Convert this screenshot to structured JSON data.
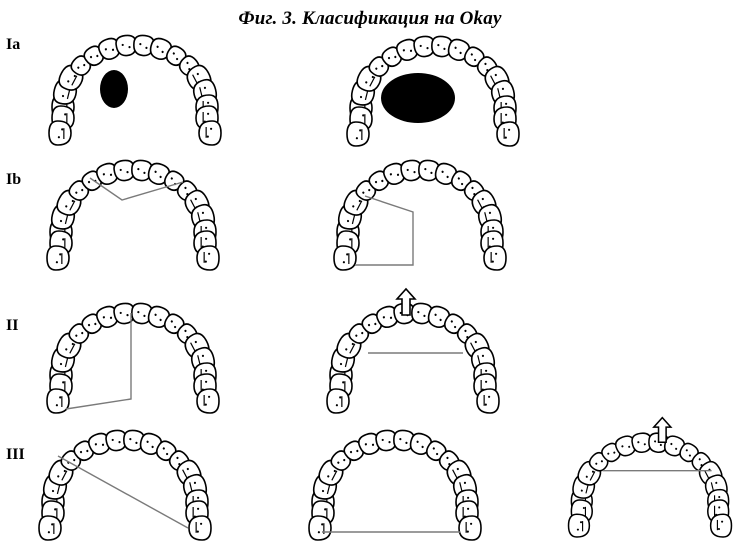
{
  "figure": {
    "title": "Фиг. 3.  Класификация на Okay"
  },
  "rows": [
    {
      "label": "Ia",
      "panels": [
        "ia-small-defect",
        "ia-large-defect"
      ]
    },
    {
      "label": "Ib",
      "panels": [
        "ib-anterior-v",
        "ib-lateral-box"
      ]
    },
    {
      "label": "II",
      "panels": [
        "ii-midline-angled",
        "ii-transverse-arrow"
      ]
    },
    {
      "label": "III",
      "panels": [
        "iii-diagonal",
        "iii-posterior-base",
        "iii-transverse-arrow"
      ]
    }
  ],
  "colors": {
    "ink": "#000000",
    "paper": "#ffffff",
    "line": "#7a7a7a"
  }
}
